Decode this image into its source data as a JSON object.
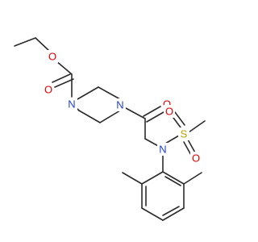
{
  "molecule": {
    "atoms": {
      "o_ester_carbonyl": "O",
      "o_ester_ether": "O",
      "n_piperazine_1": "N",
      "n_piperazine_4": "N",
      "o_amide": "O",
      "n_sulfonamide": "N",
      "s_sulfonyl": "S",
      "o_sulfonyl_1": "O",
      "o_sulfonyl_2": "O"
    },
    "colors": {
      "bond": "#2b2b2b",
      "oxygen": "#e00000",
      "nitrogen": "#1f3fd0",
      "sulfur": "#b8a000"
    }
  }
}
